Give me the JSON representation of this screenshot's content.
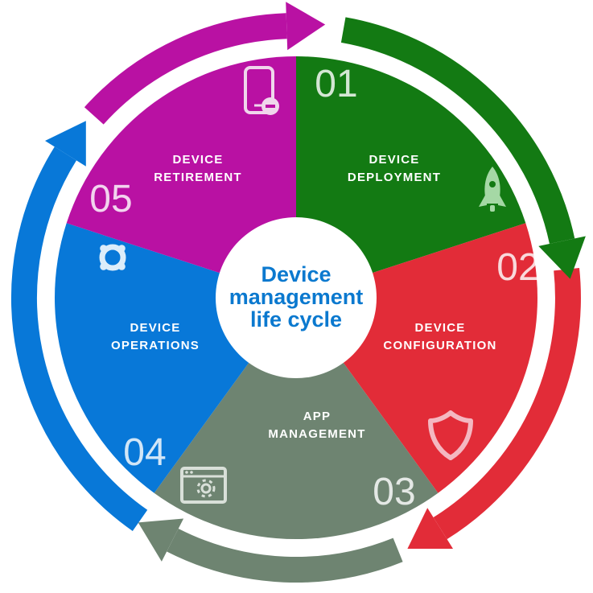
{
  "diagram_title": "Device management life cycle",
  "center": {
    "lines": [
      "Device",
      "management",
      "life cycle"
    ],
    "text_color": "#0b79cf",
    "bg_color": "#ffffff"
  },
  "segments": [
    {
      "number": "01",
      "label_lines": [
        "DEVICE",
        "DEPLOYMENT"
      ],
      "color": "#137a13",
      "icon": "rocket-icon",
      "icon_color": "#a5d8a5"
    },
    {
      "number": "02",
      "label_lines": [
        "DEVICE",
        "CONFIGURATION"
      ],
      "color": "#e22c38",
      "icon": "shield-icon",
      "icon_color": "#f4b8c1"
    },
    {
      "number": "03",
      "label_lines": [
        "APP",
        "MANAGEMENT"
      ],
      "color": "#6e8471",
      "icon": "app-window-gear-icon",
      "icon_color": "#d9e0d9"
    },
    {
      "number": "04",
      "label_lines": [
        "DEVICE",
        "OPERATIONS"
      ],
      "color": "#0878d8",
      "icon": "lifebuoy-icon",
      "icon_color": "#dcedfa"
    },
    {
      "number": "05",
      "label_lines": [
        "DEVICE",
        "RETIREMENT"
      ],
      "color": "#b911a3",
      "icon": "phone-remove-icon",
      "icon_color": "#f0d6ec"
    }
  ]
}
